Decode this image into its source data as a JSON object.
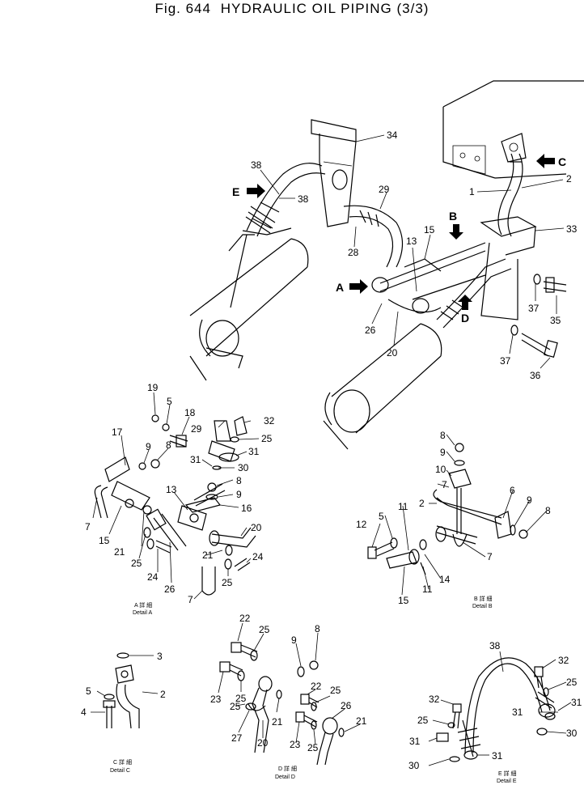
{
  "title": {
    "fig": "Fig. 644",
    "text": "HYDRAULIC OIL PIPING (3/3)"
  },
  "arrows": {
    "A": "A",
    "B": "B",
    "C": "C",
    "D": "D",
    "E": "E"
  },
  "main_labels": {
    "l34": "34",
    "l38a": "38",
    "l38b": "38",
    "l29": "29",
    "l28": "28",
    "l15": "15",
    "l13": "13",
    "l26": "26",
    "l20": "20",
    "l1": "1",
    "l2": "2",
    "l33": "33",
    "l37a": "37",
    "l35": "35",
    "l37b": "37",
    "l36": "36"
  },
  "detail_a": {
    "caption1": "A 詳 細",
    "caption2": "Detail A",
    "labels": [
      "19",
      "5",
      "18",
      "17",
      "9",
      "8",
      "7",
      "15",
      "21",
      "25",
      "24",
      "26",
      "13",
      "29",
      "32",
      "25",
      "31",
      "31",
      "30",
      "8",
      "9",
      "16",
      "20",
      "21",
      "7",
      "25",
      "24"
    ]
  },
  "detail_b": {
    "caption1": "B 詳 細",
    "caption2": "Detail B",
    "labels": [
      "8",
      "9",
      "10",
      "7",
      "2",
      "6",
      "9",
      "8",
      "12",
      "5",
      "11",
      "15",
      "11",
      "14",
      "7"
    ]
  },
  "detail_c": {
    "caption1": "C 詳 細",
    "caption2": "Detail C",
    "labels": [
      "3",
      "5",
      "2",
      "4"
    ]
  },
  "detail_d": {
    "caption1": "D 詳 細",
    "caption2": "Detail D",
    "labels": [
      "22",
      "25",
      "9",
      "8",
      "23",
      "25",
      "25",
      "21",
      "27",
      "20",
      "22",
      "25",
      "26",
      "23",
      "25",
      "21"
    ]
  },
  "detail_e": {
    "caption1": "E 詳 細",
    "caption2": "Detail E",
    "labels": [
      "38",
      "32",
      "25",
      "31",
      "32",
      "25",
      "31",
      "30",
      "31",
      "30",
      "31"
    ]
  }
}
